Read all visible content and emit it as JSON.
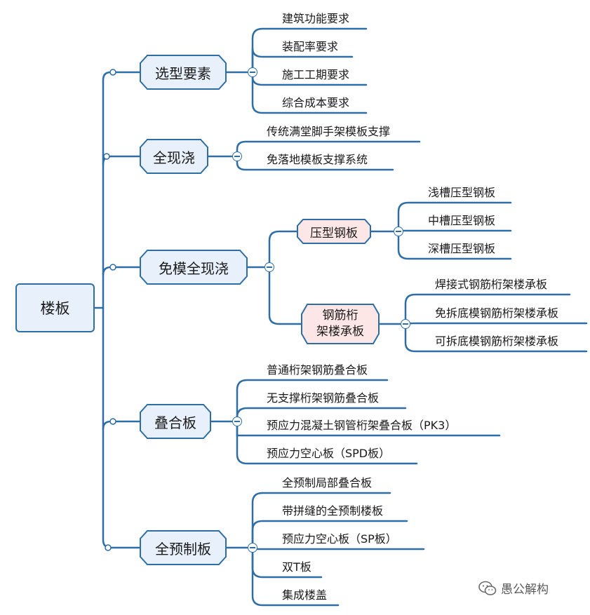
{
  "root": "楼板",
  "branches": [
    {
      "label": "选型要素",
      "children": [
        "建筑功能要求",
        "装配率要求",
        "施工工期要求",
        "综合成本要求"
      ]
    },
    {
      "label": "全现浇",
      "children": [
        "传统满堂脚手架模板支撑",
        "免落地模板支撑系统"
      ]
    },
    {
      "label": "免模全现浇",
      "subs": [
        {
          "label": "压型钢板",
          "children": [
            "浅槽压型钢板",
            "中槽压型钢板",
            "深槽压型钢板"
          ]
        },
        {
          "label": "钢筋桁架楼承板",
          "children": [
            "焊接式钢筋桁架楼承板",
            "免拆底模钢筋桁架楼承板",
            "可拆底模钢筋桁架楼承板"
          ]
        }
      ]
    },
    {
      "label": "叠合板",
      "children": [
        "普通桁架钢筋叠合板",
        "无支撑桁架钢筋叠合板",
        "预应力混凝土钢管桁架叠合板（PK3）",
        "预应力空心板（SPD板）"
      ]
    },
    {
      "label": "全预制板",
      "children": [
        "全预制局部叠合板",
        "带拼缝的全预制楼板",
        "预应力空心板（SP板）",
        "双T板",
        "集成楼盖"
      ]
    }
  ],
  "sub_split": {
    "sub1_line1": "钢筋桁",
    "sub1_line2": "架楼承板"
  },
  "watermark": "愚公解构",
  "colors": {
    "line": "#2f6ea5",
    "node_fill": "#e8f1fb",
    "sub_fill": "#fde6e6"
  }
}
